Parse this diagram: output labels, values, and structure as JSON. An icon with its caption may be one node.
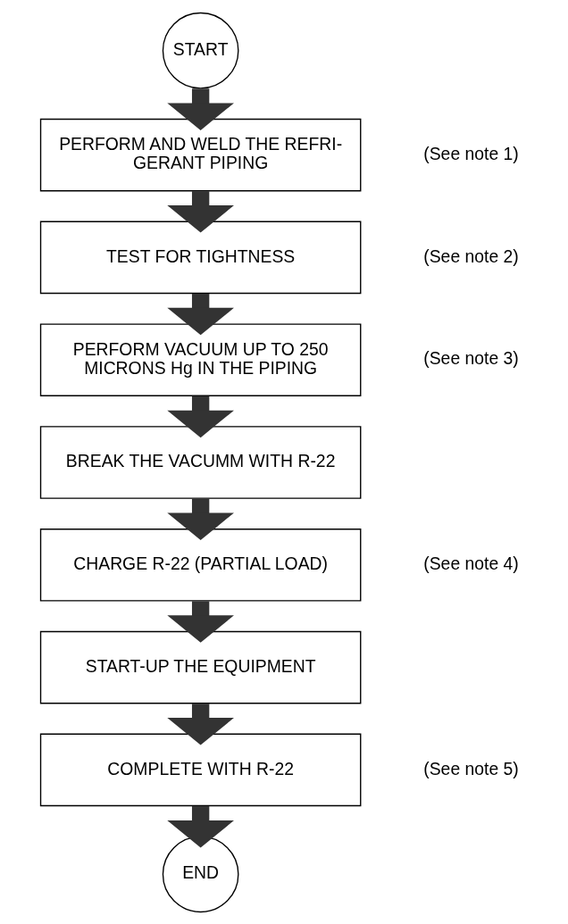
{
  "diagram": {
    "nodes": [
      {
        "text": [
          "START"
        ]
      },
      {
        "text": [
          "PERFORM AND WELD THE REFRI- GERANT PIPING"
        ],
        "beside": [
          "(See note 1)"
        ]
      },
      {
        "text": [
          "TEST FOR TIGHTNESS"
        ],
        "beside": [
          "(See note 2)"
        ]
      },
      {
        "text": [
          "PERFORM VACUUM UP TO 250 MICRONS Hg IN THE PIPING"
        ],
        "beside": [
          "(See note 3)"
        ]
      },
      {
        "text": [
          "BREAK THE VACUMM WITH R-22"
        ]
      },
      {
        "text": [
          "CHARGE R-22 (PARTIAL LOAD)"
        ],
        "beside": [
          "(See note 4)"
        ]
      },
      {
        "text": [
          "START-UP THE EQUIPMENT"
        ]
      },
      {
        "text": [
          "COMPLETE WITH R-22"
        ],
        "beside": [
          "(See note 5)"
        ]
      },
      {
        "text": [
          "END"
        ]
      }
    ],
    "edges": [
      {
        "from": 0,
        "to": 1,
        "arrow": "to"
      },
      {
        "from": 1,
        "to": 2,
        "arrow": "to"
      },
      {
        "from": 2,
        "to": 3,
        "arrow": "to"
      },
      {
        "from": 3,
        "to": 4,
        "arrow": "to"
      },
      {
        "from": 4,
        "to": 5,
        "arrow": "to"
      },
      {
        "from": 5,
        "to": 6,
        "arrow": "to"
      },
      {
        "from": 6,
        "to": 7,
        "arrow": "to"
      },
      {
        "from": 7,
        "to": 8,
        "arrow": "to"
      }
    ]
  }
}
